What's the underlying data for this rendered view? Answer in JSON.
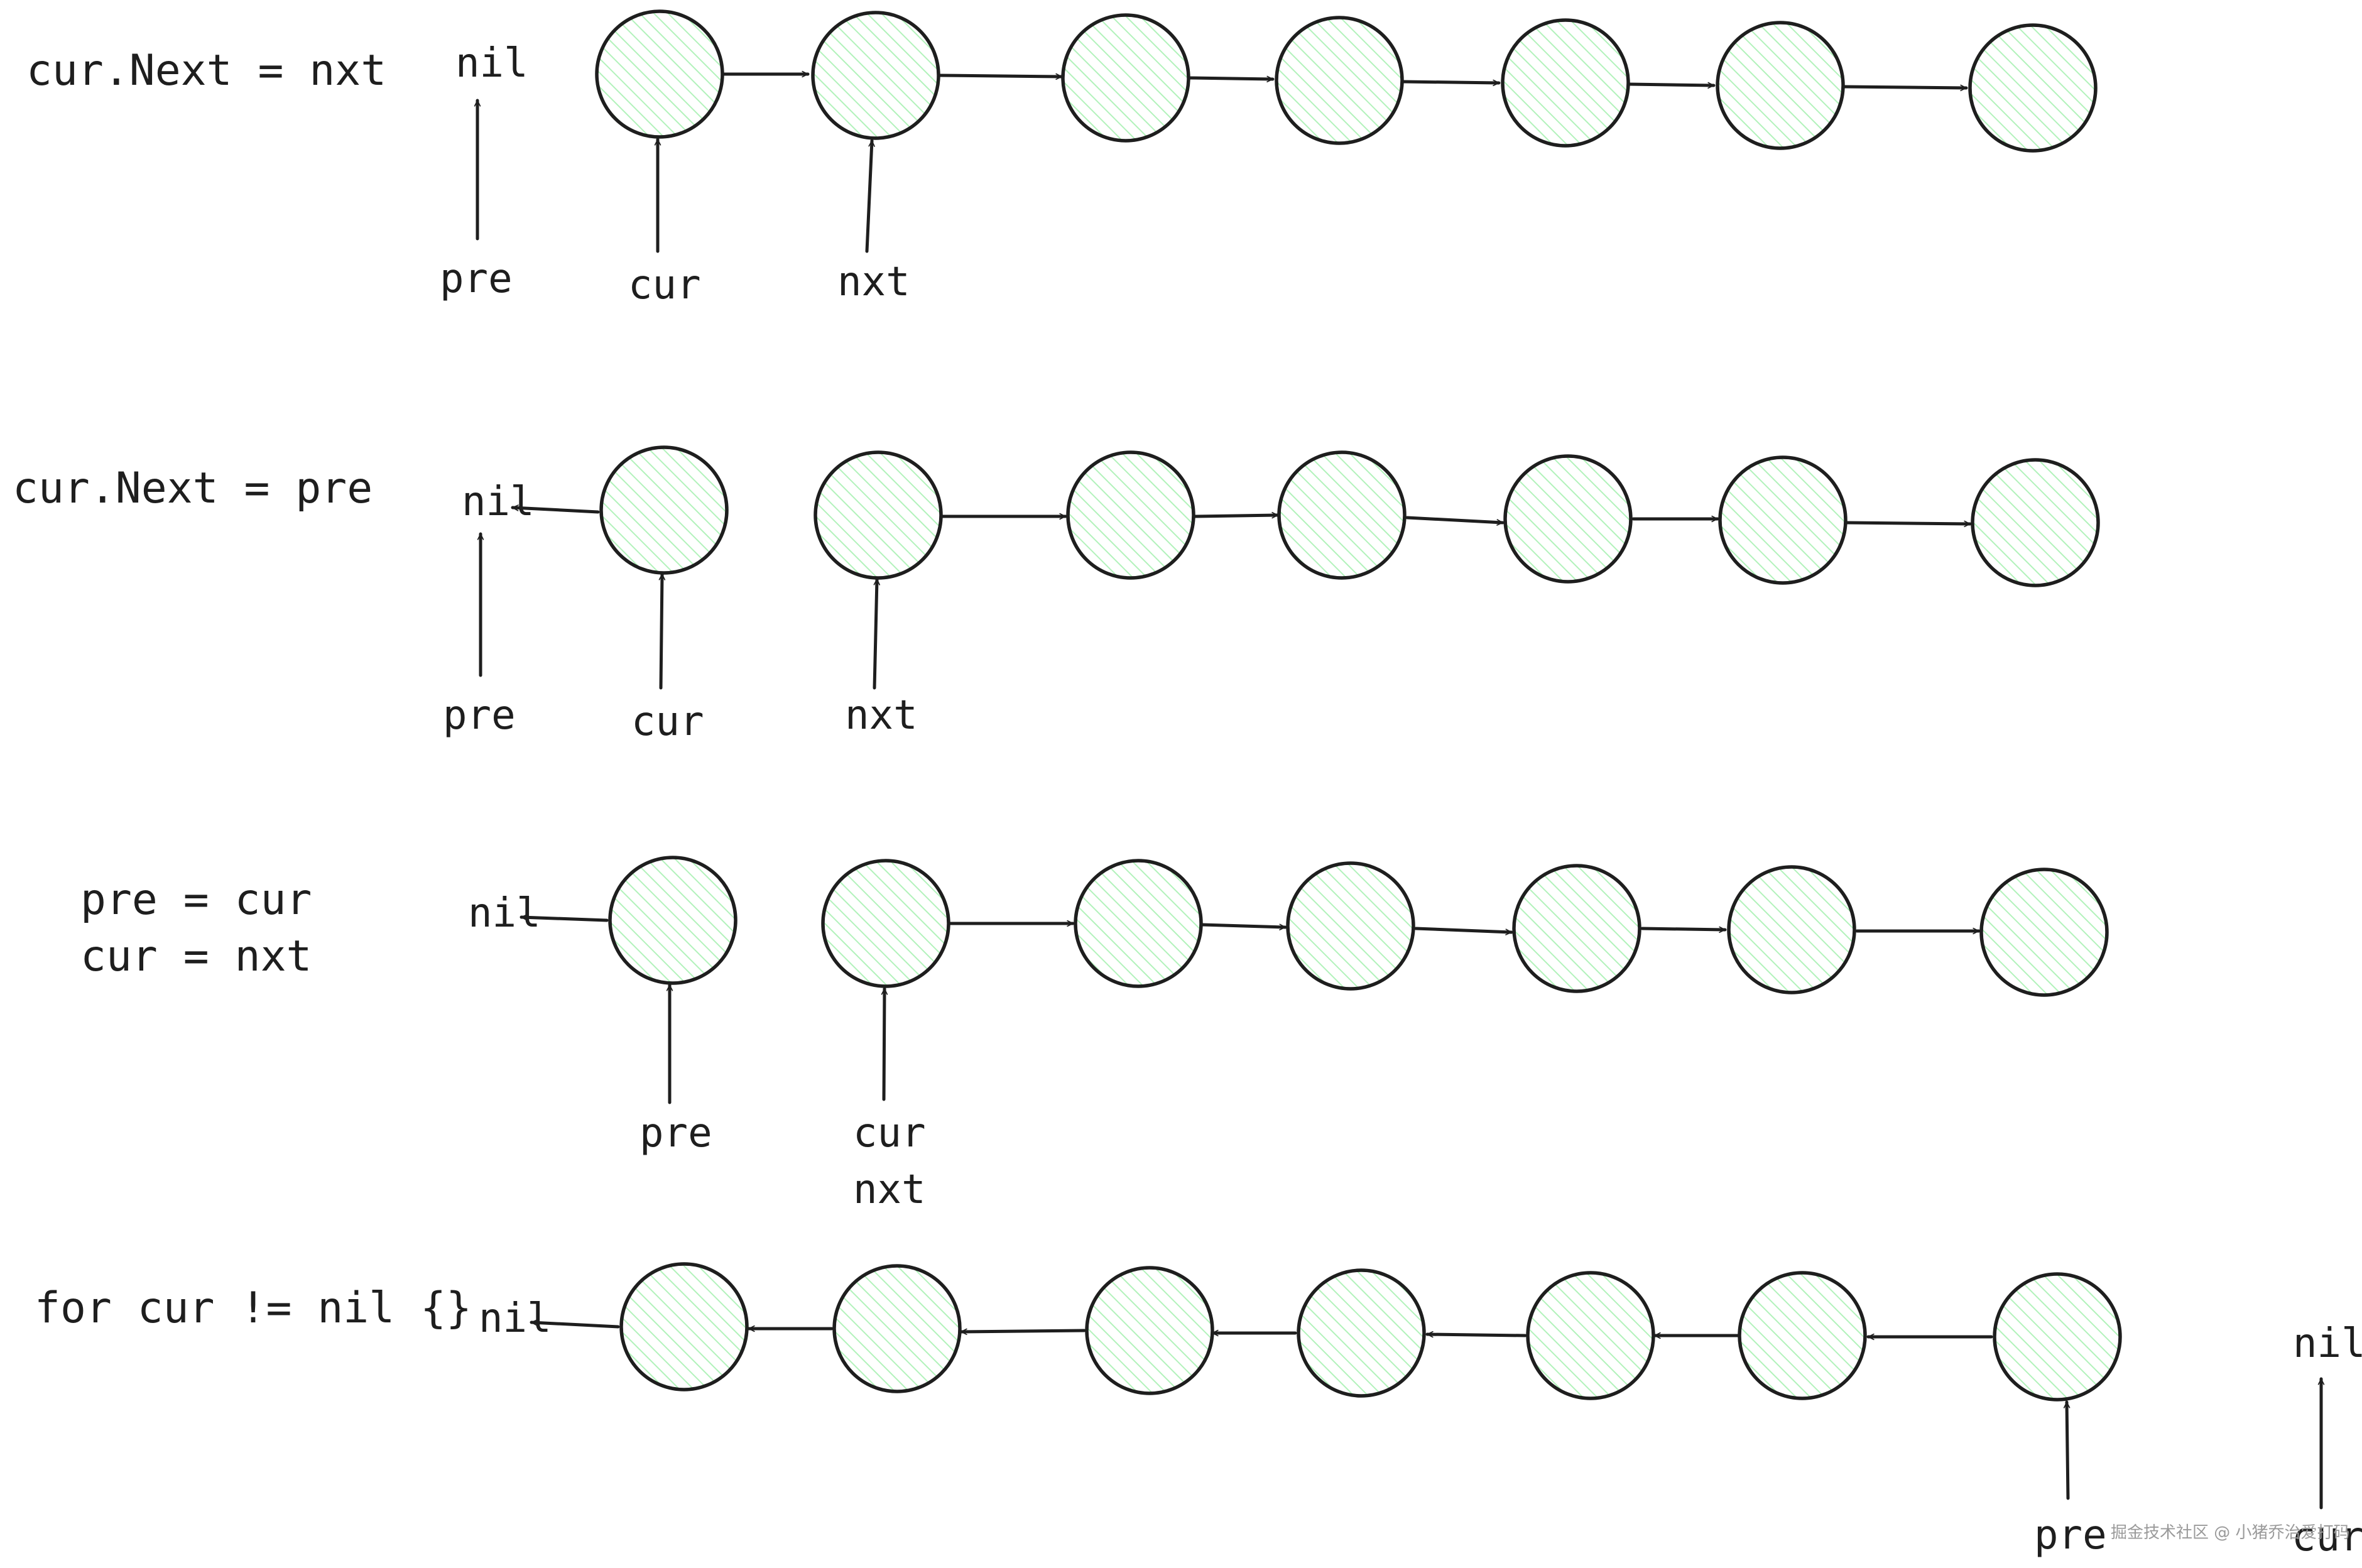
{
  "rows": [
    {
      "code": [
        "cur.Next = nxt"
      ],
      "direction": "forward",
      "node_count": 7,
      "nil_label": "nil",
      "pointers": [
        {
          "label": "pre",
          "target": "nil"
        },
        {
          "label": "cur",
          "target": "node-0"
        },
        {
          "label": "nxt",
          "target": "node-1"
        }
      ]
    },
    {
      "code": [
        "cur.Next = pre"
      ],
      "direction": "forward-first-reversed",
      "node_count": 7,
      "nil_label": "nil",
      "pointers": [
        {
          "label": "pre",
          "target": "nil"
        },
        {
          "label": "cur",
          "target": "node-0"
        },
        {
          "label": "nxt",
          "target": "node-1"
        }
      ]
    },
    {
      "code": [
        "pre = cur",
        "cur = nxt"
      ],
      "direction": "forward-first-reversed",
      "node_count": 7,
      "nil_label": "nil",
      "pointers": [
        {
          "label": "pre",
          "target": "node-0"
        },
        {
          "label": "cur",
          "target": "node-1",
          "second_label": "nxt"
        }
      ]
    },
    {
      "code": [
        "for cur != nil {}"
      ],
      "direction": "reversed",
      "node_count": 7,
      "nil_label": "nil",
      "trailing_nil_label": "nil",
      "pointers": [
        {
          "label": "pre",
          "target": "node-6"
        },
        {
          "label": "cur",
          "target": "trailing-nil"
        }
      ]
    }
  ],
  "node_fill_color": "#b2f2bb",
  "stroke_color": "#1e1e1e",
  "watermark": "掘金技术社区 @ 小猪乔治爱打码"
}
